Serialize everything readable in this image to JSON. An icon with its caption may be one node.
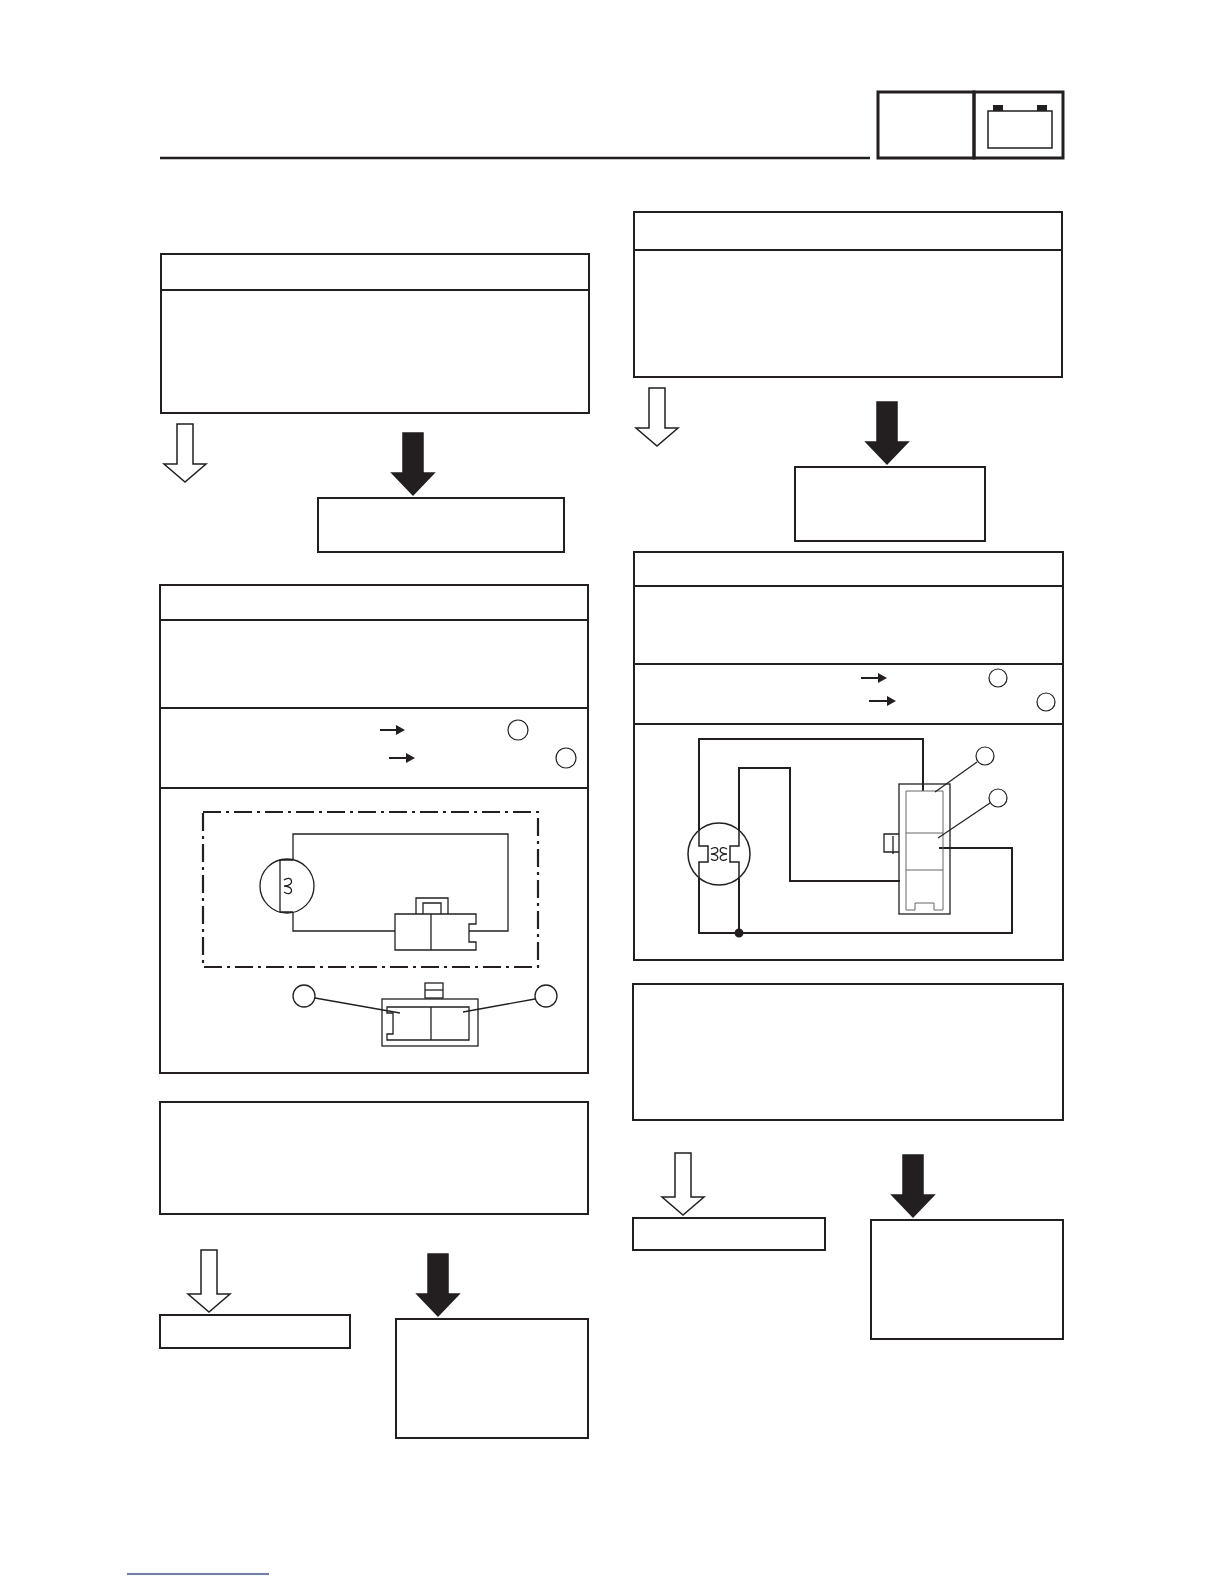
{
  "diagram": {
    "nodes": [
      {
        "text": [],
        "shape": "box"
      },
      {
        "text": [],
        "shape": "box"
      },
      {
        "text": [],
        "shape": "box"
      },
      {
        "text": [],
        "shape": "box"
      },
      {
        "text": [],
        "shape": "box"
      },
      {
        "text": [],
        "shape": "box"
      },
      {
        "text": [],
        "shape": "box"
      },
      {
        "text": [],
        "shape": "box"
      },
      {
        "text": [],
        "shape": "box"
      },
      {
        "text": [],
        "shape": "box"
      },
      {
        "text": [],
        "shape": "box"
      },
      {
        "text": [],
        "shape": "box"
      }
    ],
    "edges": [
      {
        "from": 0,
        "to": null,
        "arrow": "to",
        "color": "#ffffff"
      },
      {
        "from": 0,
        "to": 2,
        "arrow": "to"
      },
      {
        "from": 1,
        "to": null,
        "arrow": "to",
        "color": "#ffffff"
      },
      {
        "from": 1,
        "to": 3,
        "arrow": "to"
      },
      {
        "from": 6,
        "to": 8,
        "arrow": "to",
        "color": "#ffffff"
      },
      {
        "from": 6,
        "to": 9,
        "arrow": "to"
      },
      {
        "from": 7,
        "to": 10,
        "arrow": "to",
        "color": "#ffffff"
      },
      {
        "from": 7,
        "to": 11,
        "arrow": "to"
      }
    ]
  }
}
